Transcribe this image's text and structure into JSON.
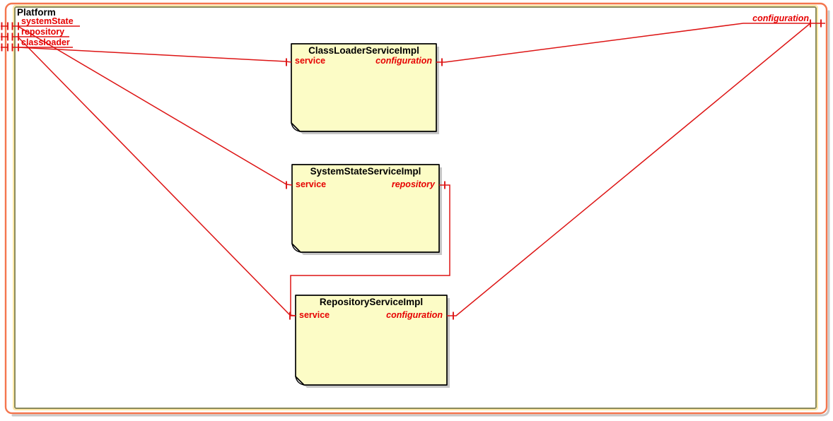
{
  "platform": {
    "title": "Platform"
  },
  "ports": {
    "left": [
      {
        "label": "systemState"
      },
      {
        "label": "repository"
      },
      {
        "label": "classloader"
      }
    ],
    "right": [
      {
        "label": "configuration"
      }
    ]
  },
  "components": {
    "classloader_service": {
      "title": "ClassLoaderServiceImpl",
      "left_port": "service",
      "right_port": "configuration"
    },
    "systemstate_service": {
      "title": "SystemStateServiceImpl",
      "left_port": "service",
      "right_port": "repository"
    },
    "repository_service": {
      "title": "RepositoryServiceImpl",
      "left_port": "service",
      "right_port": "configuration"
    }
  },
  "connections": [
    {
      "from": "Platform.systemState",
      "to": "SystemStateServiceImpl.service"
    },
    {
      "from": "Platform.repository",
      "to": "RepositoryServiceImpl.service"
    },
    {
      "from": "Platform.classloader",
      "to": "ClassLoaderServiceImpl.service"
    },
    {
      "from": "ClassLoaderServiceImpl.configuration",
      "to": "Platform.configuration"
    },
    {
      "from": "RepositoryServiceImpl.configuration",
      "to": "Platform.configuration"
    },
    {
      "from": "SystemStateServiceImpl.repository",
      "to": "RepositoryServiceImpl.service"
    }
  ],
  "colors": {
    "connector": "#dd1414",
    "port_label": "#e60000",
    "component_fill": "#fcfcc6",
    "component_border": "#000000",
    "platform_border": "#8a8a5c",
    "platform_border_inner": "#ffe9a6",
    "frame_border": "#f4764e",
    "shadow": "#bdbdbd",
    "title_text": "#000000"
  }
}
